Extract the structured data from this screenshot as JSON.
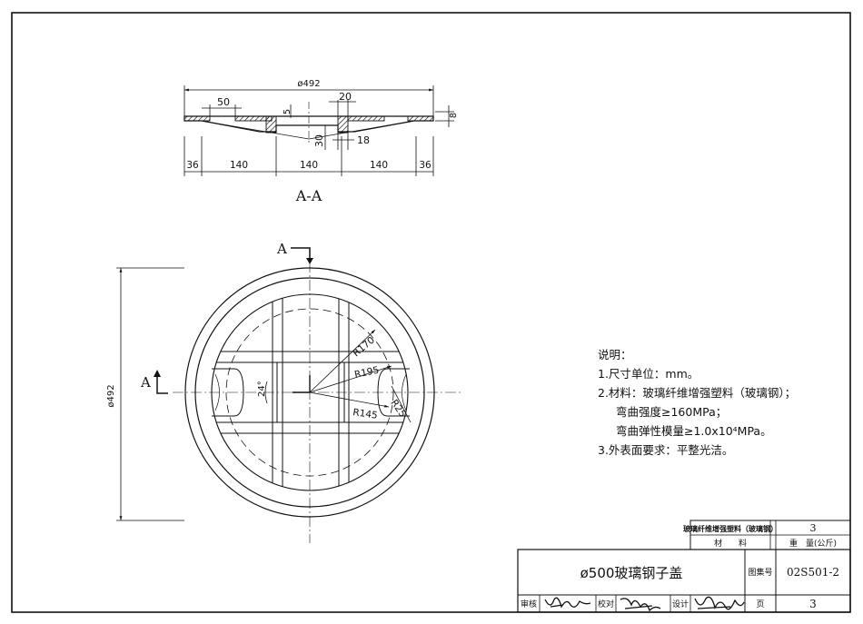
{
  "section": {
    "title": "A-A",
    "overall_width": "ø492",
    "dim_50": "50",
    "dim_20": "20",
    "dim_5": "5",
    "dim_30": "30",
    "dim_18": "18",
    "dim_8": "8",
    "bottom_dims": [
      "36",
      "140",
      "140",
      "140",
      "36"
    ]
  },
  "plan": {
    "cut_label_top": "A",
    "cut_label_left": "A",
    "outer_diameter": "ø492",
    "r170": "R170",
    "r195": "R195",
    "r145": "R145",
    "r25": "R25",
    "angle": "24°"
  },
  "notes": {
    "heading": "说明：",
    "line1": "1.尺寸单位：mm。",
    "line2": "2.材料：玻璃纤维增强塑料（玻璃钢）；",
    "line2a": "弯曲强度≥160MPa；",
    "line2b": "弯曲弹性模量≥1.0x10⁴MPa。",
    "line3": "3.外表面要求：平整光洁。"
  },
  "title_block": {
    "material_value": "玻璃纤维增强塑料（玻璃钢）",
    "weight_value": "3",
    "material_label": "材　　料",
    "weight_label": "重　量(公斤)",
    "drawing_title": "ø500玻璃钢子盖",
    "atlas_label": "图集号",
    "atlas_no": "02S501-2",
    "review_label": "审核",
    "check_label": "校对",
    "design_label": "设计",
    "page_label": "页",
    "page_no": "3"
  }
}
